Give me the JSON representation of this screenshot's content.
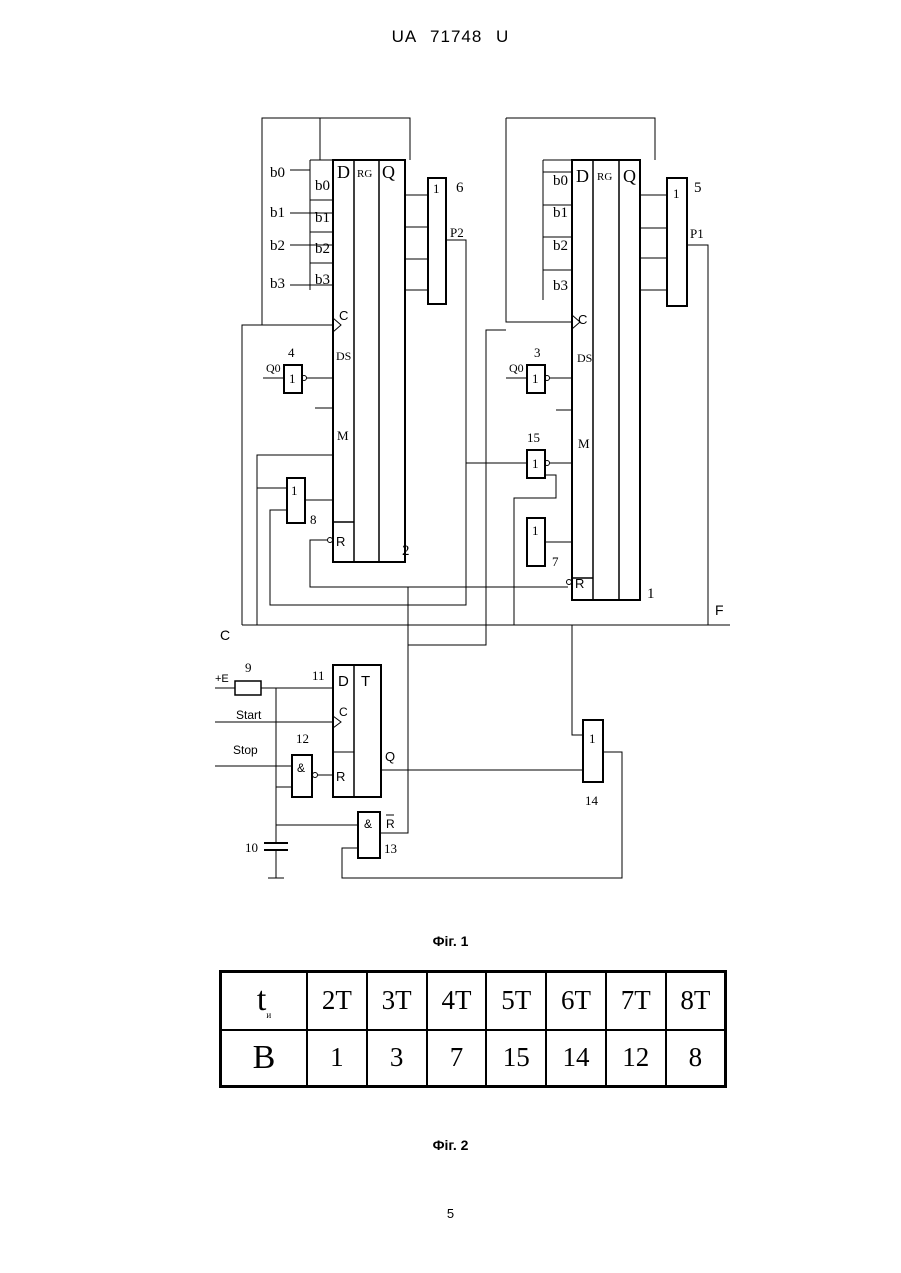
{
  "header": {
    "text": "UA   71748   U"
  },
  "figure1": {
    "caption": "Фіг. 1",
    "inputs": {
      "b0": "b0",
      "b1": "b1",
      "b2": "b2",
      "b3": "b3"
    },
    "register_labels": {
      "d": "D",
      "rg": "RG",
      "q": "Q",
      "c": "C",
      "ds": "DS",
      "m": "M",
      "r": "R"
    },
    "element_numbers": [
      "1",
      "2",
      "3",
      "4",
      "5",
      "6",
      "7",
      "8",
      "9",
      "10",
      "11",
      "12",
      "13",
      "14",
      "15"
    ],
    "signals": {
      "p1": "P1",
      "p2": "P2",
      "c": "C",
      "f": "F",
      "plus_e": "+E",
      "start": "Start",
      "stop": "Stop",
      "q": "Q",
      "r_bar": "R",
      "q0": "Q0"
    },
    "gate_symbols": {
      "or": "1",
      "and": "&",
      "t": "T"
    }
  },
  "figure2": {
    "caption": "Фіг. 2",
    "row1_head": "t",
    "row1_sub": "и",
    "row1": [
      "2T",
      "3T",
      "4T",
      "5T",
      "6T",
      "7T",
      "8T"
    ],
    "row2_head": "B",
    "row2": [
      "1",
      "3",
      "7",
      "15",
      "14",
      "12",
      "8"
    ]
  },
  "page_number": "5"
}
